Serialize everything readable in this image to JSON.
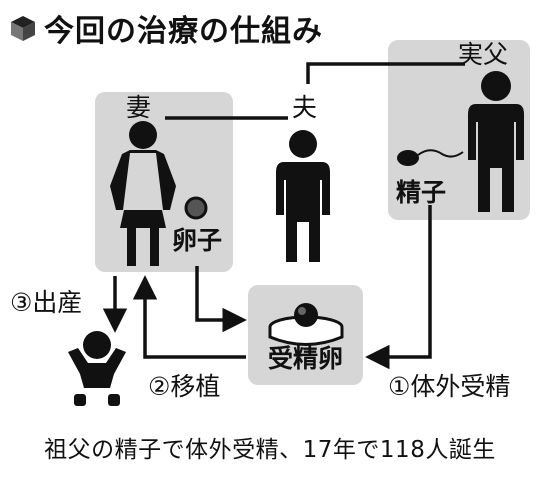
{
  "header": {
    "title": "今回の治療の仕組み",
    "icon": "cube-icon"
  },
  "people": {
    "wife": "妻",
    "husband": "夫",
    "father": "実父"
  },
  "items": {
    "egg": "卵子",
    "sperm": "精子",
    "fertilized_egg": "受精卵"
  },
  "steps": {
    "step1": "①体外受精",
    "step2": "②移植",
    "step3": "③出産"
  },
  "caption": "祖父の精子で体外受精、17年で118人誕生",
  "colors": {
    "panel": "#d6d6d6",
    "ink": "#111111",
    "background": "#ffffff"
  }
}
